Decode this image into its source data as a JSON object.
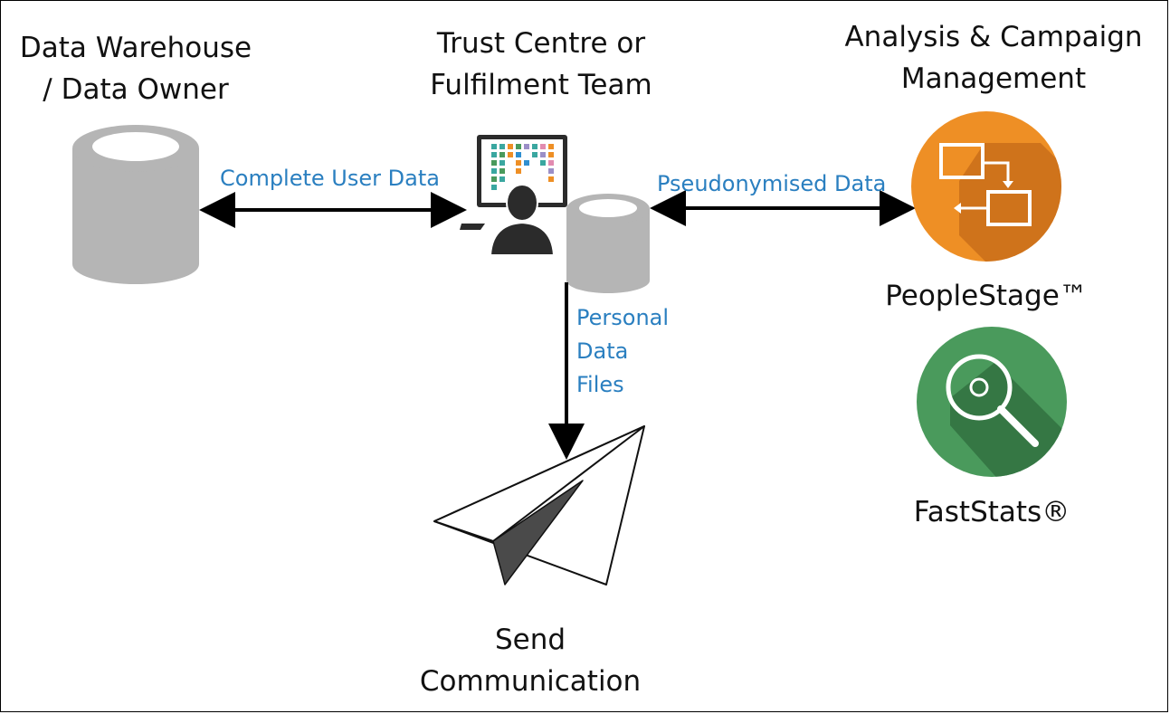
{
  "diagram": {
    "nodes": {
      "data_warehouse": {
        "title_line1": "Data Warehouse",
        "title_line2": "/ Data Owner"
      },
      "trust_centre": {
        "title_line1": "Trust Centre or",
        "title_line2": "Fulfilment Team"
      },
      "analysis": {
        "title_line1": "Analysis & Campaign",
        "title_line2": "Management"
      },
      "peoplestage": {
        "label": "PeopleStage™"
      },
      "faststats": {
        "label": "FastStats®"
      },
      "send": {
        "title_line1": "Send",
        "title_line2": "Communication"
      }
    },
    "edges": {
      "complete_user_data": "Complete User Data",
      "pseudonymised_data": "Pseudonymised Data",
      "personal_data_files": {
        "line1": "Personal",
        "line2": "Data",
        "line3": "Files"
      }
    },
    "colors": {
      "cylinder": "#b5b5b5",
      "cylinder_top": "#d9d9d9",
      "peoplestage": "#ee8f25",
      "faststats": "#4a9a5c",
      "edge_label": "#2a7fc0",
      "arrow": "#000000"
    }
  }
}
